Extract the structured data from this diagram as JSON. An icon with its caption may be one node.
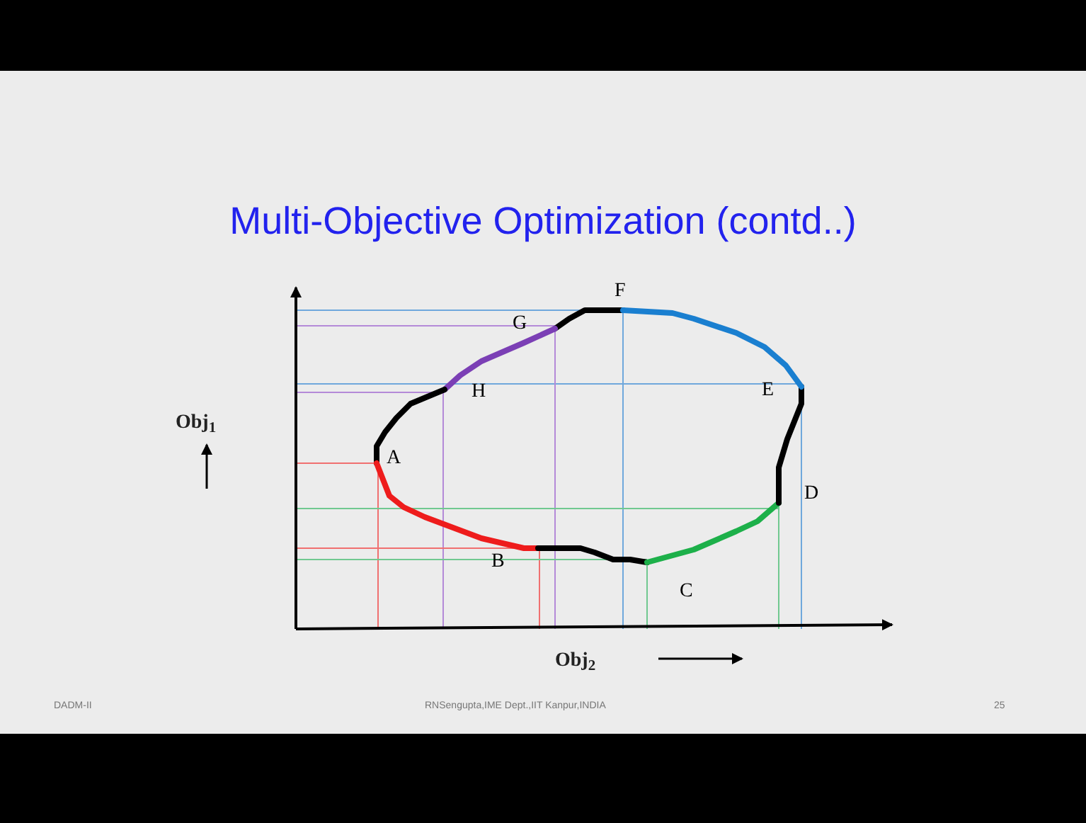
{
  "diagram": {
    "title": "Multi-Objective Optimization (contd..)",
    "labels": [
      "F",
      "G",
      "H",
      "E",
      "Obj$_{1}$",
      "A",
      "D",
      "B",
      "C",
      "Obj$_{2}$",
      "DADM-II",
      "RNSengupta,IME Dept.,IIT Kanpur,INDIA",
      "25"
    ]
  }
}
